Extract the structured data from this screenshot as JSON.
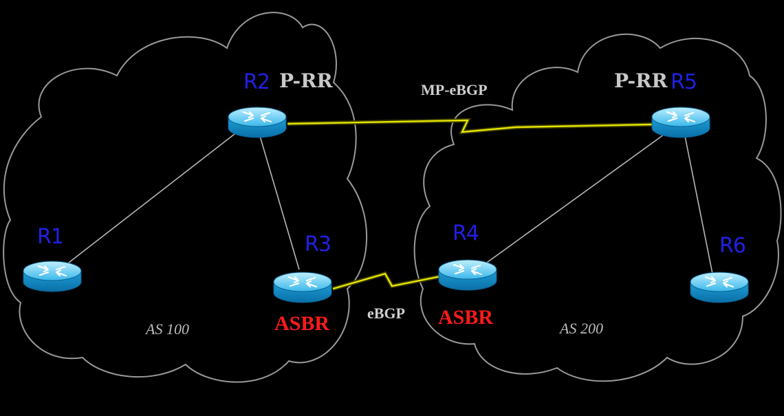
{
  "diagram": {
    "as_labels": {
      "left": "AS 100",
      "right": "AS 200"
    },
    "routers": {
      "r1": {
        "name": "R1"
      },
      "r2": {
        "name": "R2",
        "role": "P-RR"
      },
      "r3": {
        "name": "R3",
        "role": "ASBR"
      },
      "r4": {
        "name": "R4",
        "role": "ASBR"
      },
      "r5": {
        "name": "R5",
        "role": "P-RR"
      },
      "r6": {
        "name": "R6"
      }
    },
    "links": {
      "mp_ebgp": "MP-eBGP",
      "ebgp": "eBGP"
    },
    "colors": {
      "router_name": "#2020e6",
      "asbr": "#ff1a1a",
      "role_text": "#c8c8c8",
      "serial_link": "#e6e600",
      "cloud_outline": "#9a9a9a",
      "router_body": "#1aa3d9"
    }
  }
}
